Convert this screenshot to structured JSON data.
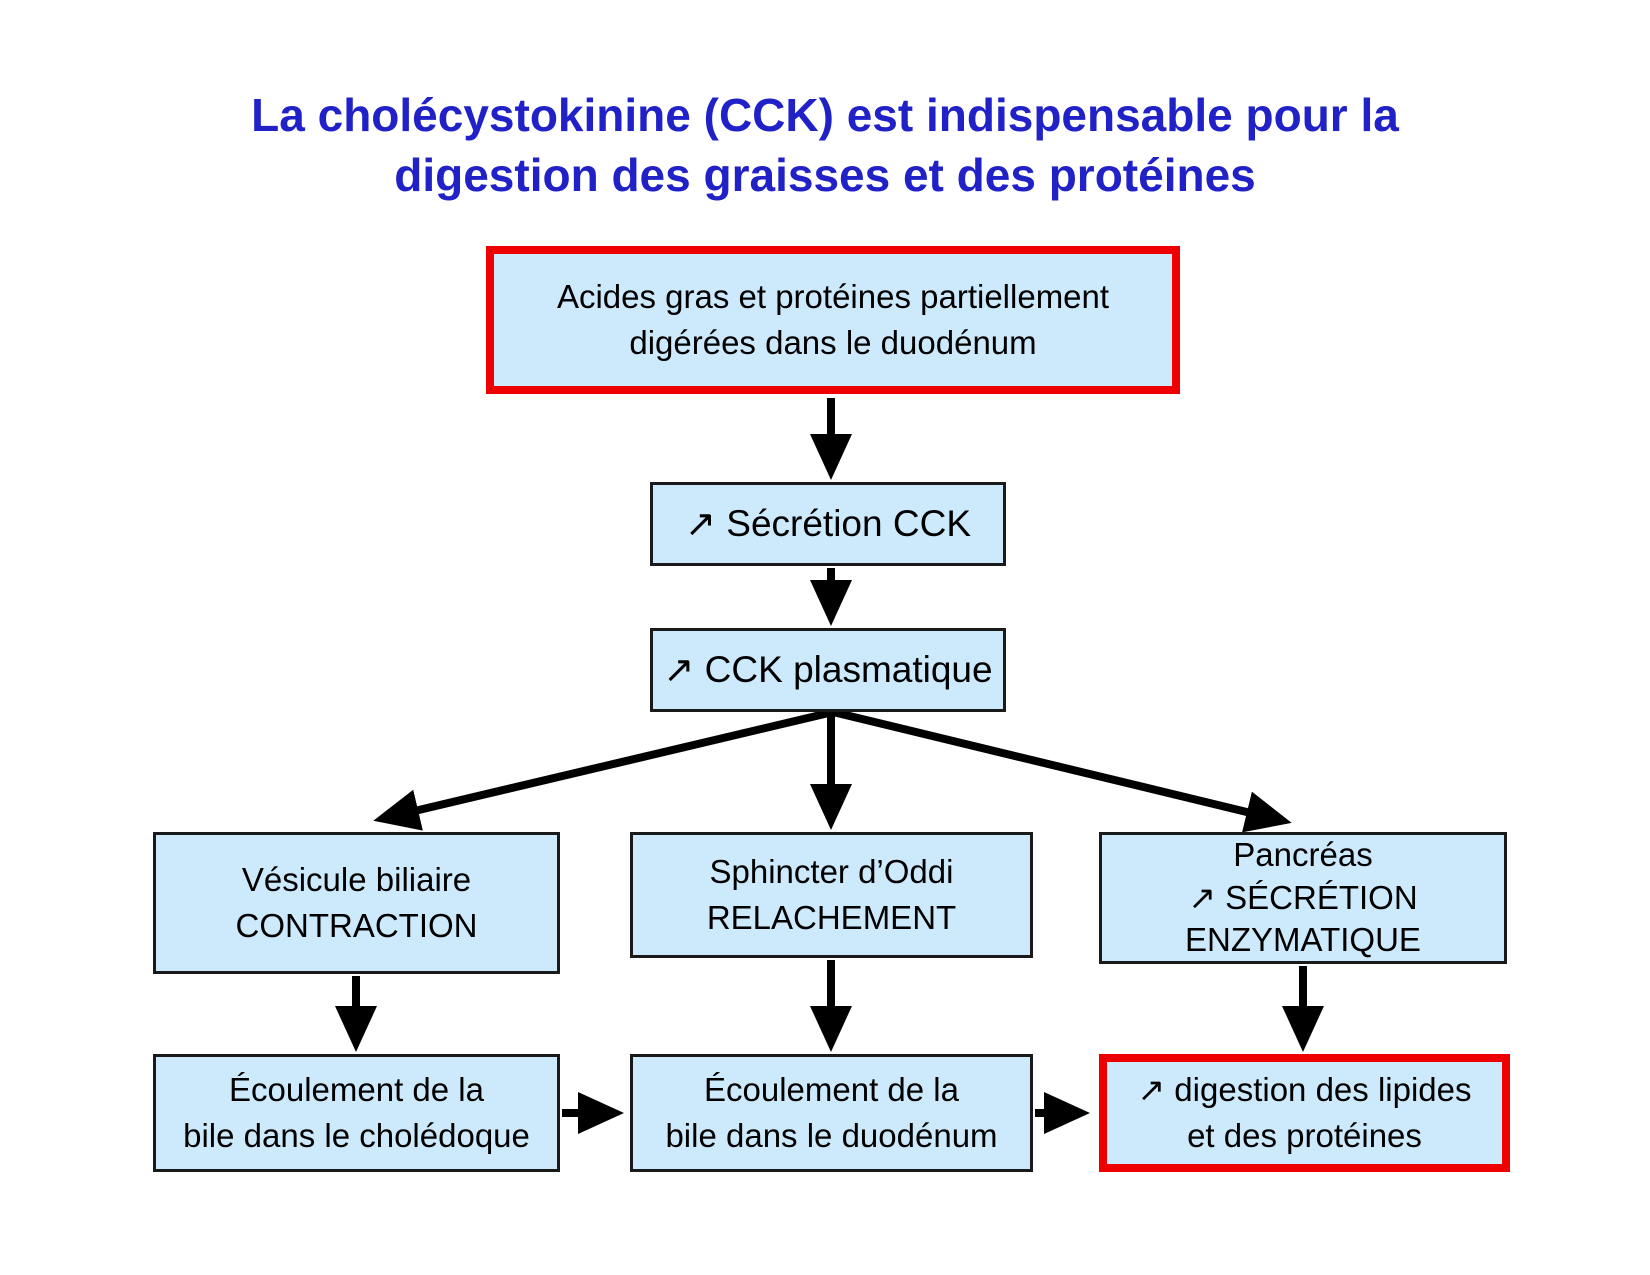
{
  "title": {
    "line1": "La cholécystokinine (CCK) est indispensable pour la",
    "line2": "digestion des graisses et des protéines"
  },
  "colors": {
    "background": "#FFFFFF",
    "title_text": "#2121C8",
    "body_text": "#000000",
    "box_fill": "#CDE9FC",
    "box_border": "#1A1A1A",
    "highlight_border": "#EE0000",
    "arrow": "#000000"
  },
  "icons": {
    "increase_arrow": "↗"
  },
  "nodes": {
    "acides": {
      "line1": "Acides gras et protéines partiellement",
      "line2": "digérées dans le duodénum"
    },
    "secretion": {
      "text": "↗ Sécrétion CCK"
    },
    "plasma": {
      "text": "↗ CCK plasmatique"
    },
    "vesicule": {
      "line1": "Vésicule biliaire",
      "line2": "CONTRACTION"
    },
    "sphincter": {
      "line1": "Sphincter d’Oddi",
      "line2": "RELACHEMENT"
    },
    "pancreas": {
      "line1": "Pancréas",
      "line2": "↗ SÉCRÉTION",
      "line3": "ENZYMATIQUE"
    },
    "choledoque": {
      "line1": "Écoulement de la",
      "line2": "bile dans le cholédoque"
    },
    "duodenum": {
      "line1": "Écoulement de la",
      "line2": "bile dans le duodénum"
    },
    "digestion": {
      "line1": "↗ digestion des lipides",
      "line2": "et des protéines"
    }
  }
}
